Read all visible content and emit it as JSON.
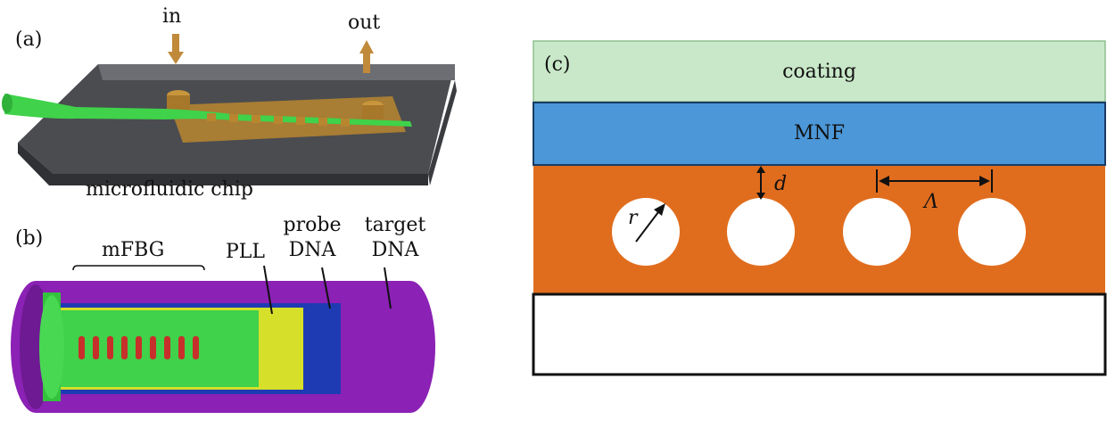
{
  "panels": {
    "a": {
      "tag": "(a)",
      "in_label": "in",
      "out_label": "out",
      "chip_label": "microfluidic chip"
    },
    "b": {
      "tag": "(b)",
      "mfbg_label": "mFBG",
      "pll_label": "PLL",
      "probe_label_line1": "probe",
      "probe_label_line2": "DNA",
      "target_label_line1": "target",
      "target_label_line2": "DNA"
    },
    "c": {
      "tag": "(c)",
      "coating_label": "coating",
      "mnf_label": "MNF",
      "d_label": "d",
      "lambda_label": "Λ",
      "r_label": "r"
    }
  },
  "colors": {
    "chip_top": "#5b5d62",
    "chip_side": "#3f4145",
    "fiber_green": "#3fd24a",
    "channel_gold": "#b8862f",
    "arrow_gold": "#c08a3a",
    "grating_red": "#c7302a",
    "purple": "#8b21b5",
    "blue": "#1f3bb3",
    "yellow": "#d6df2a",
    "coating": "#c9e8c9",
    "mnf": "#4b97d8",
    "orange": "#e06d1e"
  }
}
